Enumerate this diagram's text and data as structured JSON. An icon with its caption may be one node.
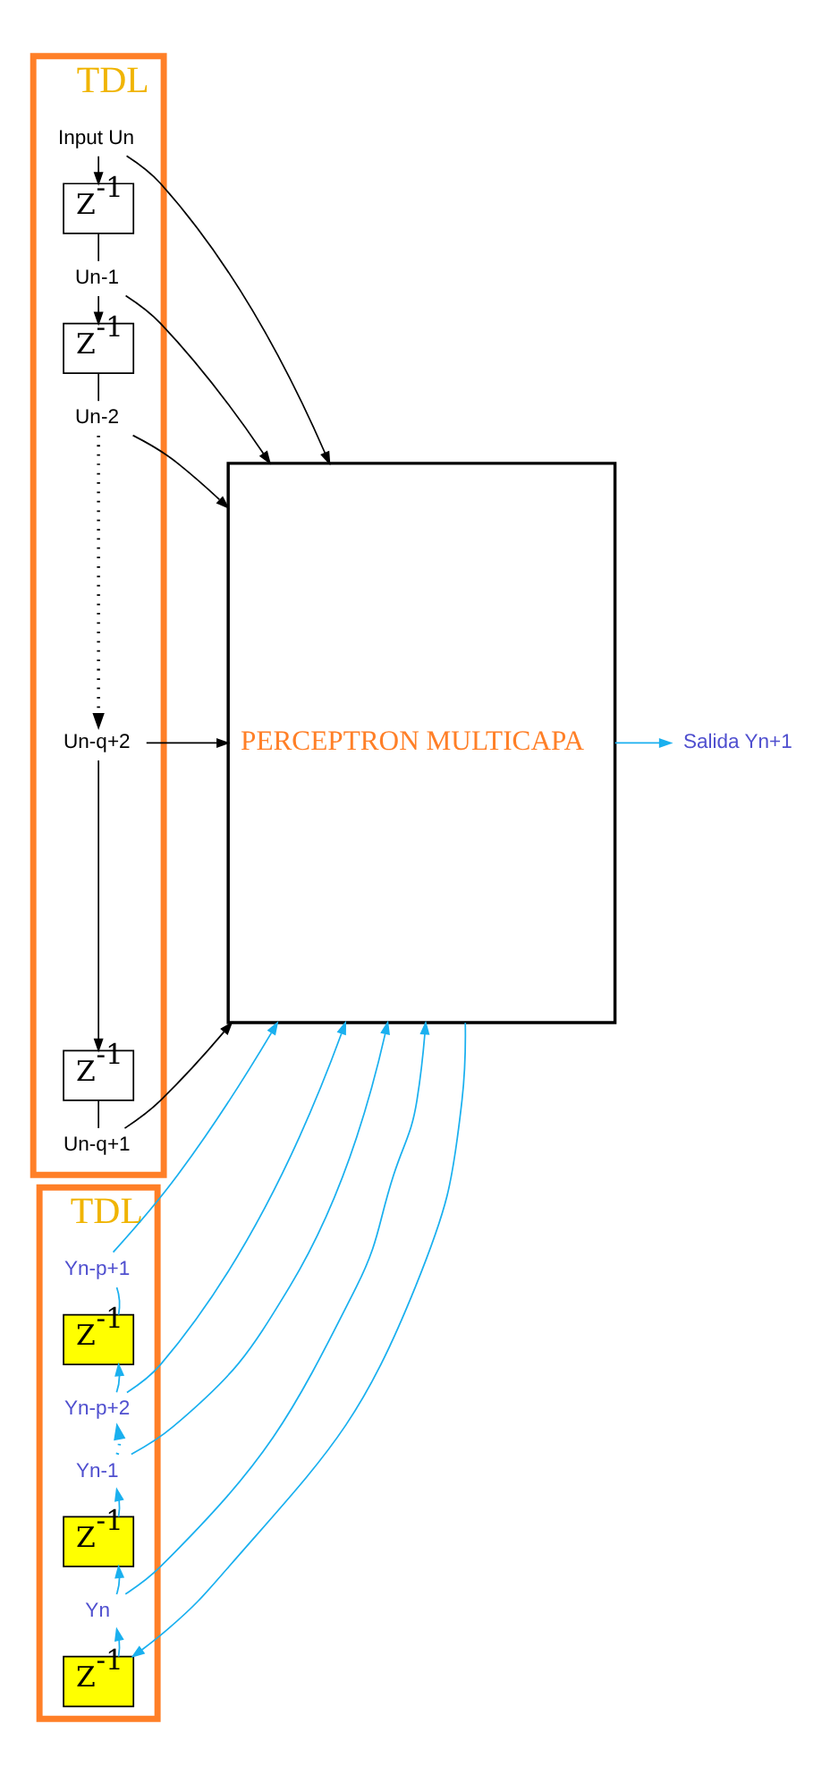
{
  "diagram": {
    "nodes": [
      {
        "text": [
          "TDL"
        ]
      },
      {
        "text": [
          "Input Un"
        ],
        "in": 0
      },
      {
        "text": [
          "Z$^{-1}$"
        ],
        "in": 0
      },
      {
        "text": [
          "Un-1"
        ],
        "in": 0
      },
      {
        "text": [
          "Z$^{-1}$"
        ],
        "in": 0
      },
      {
        "text": [
          "Un-2"
        ],
        "in": 0
      },
      {
        "text": [
          "Un-q+2"
        ],
        "in": 0
      },
      {
        "text": [
          "Z$^{-1}$"
        ],
        "in": 0
      },
      {
        "text": [
          "Un-q+1"
        ],
        "in": 0
      },
      {
        "text": [
          "TDL"
        ]
      },
      {
        "text": [
          "Yn-p+1"
        ],
        "in": 9
      },
      {
        "text": [
          "Z$^{-1}$"
        ],
        "in": 9
      },
      {
        "text": [
          "Yn-p+2"
        ],
        "in": 9
      },
      {
        "text": [
          "Yn-1"
        ],
        "in": 9
      },
      {
        "text": [
          "Z$^{-1}$"
        ],
        "in": 9
      },
      {
        "text": [
          "Yn"
        ],
        "in": 9
      },
      {
        "text": [
          "Z$^{-1}$"
        ],
        "in": 9
      },
      {
        "text": [
          "PERCEPTRON MULTICAPA"
        ]
      },
      {
        "text": [
          "Salida Yn+1"
        ]
      }
    ],
    "edges": [
      {
        "from": 1,
        "to": 2,
        "arrow": "to"
      },
      {
        "from": 1,
        "to": 17,
        "arrow": "to"
      },
      {
        "from": 2,
        "to": 3,
        "arrow": "none"
      },
      {
        "from": 3,
        "to": 4,
        "arrow": "to"
      },
      {
        "from": 3,
        "to": 17,
        "arrow": "to"
      },
      {
        "from": 4,
        "to": 5,
        "arrow": "none"
      },
      {
        "from": 5,
        "to": 17,
        "arrow": "to"
      },
      {
        "from": 5,
        "to": 6,
        "arrow": "to",
        "style": "dashed"
      },
      {
        "from": 6,
        "to": 7,
        "arrow": "to"
      },
      {
        "from": 6,
        "to": 17,
        "arrow": "to"
      },
      {
        "from": 7,
        "to": 8,
        "arrow": "none"
      },
      {
        "from": 8,
        "to": 17,
        "arrow": "to"
      },
      {
        "from": 17,
        "to": 18,
        "arrow": "to",
        "color": "#1ab0ef"
      },
      {
        "from": 17,
        "to": 16,
        "arrow": "to",
        "color": "#1ab0ef"
      },
      {
        "from": 16,
        "to": 15,
        "arrow": "to",
        "color": "#1ab0ef"
      },
      {
        "from": 15,
        "to": 17,
        "arrow": "to",
        "color": "#1ab0ef"
      },
      {
        "from": 15,
        "to": 14,
        "arrow": "to",
        "color": "#1ab0ef"
      },
      {
        "from": 14,
        "to": 13,
        "arrow": "to",
        "color": "#1ab0ef"
      },
      {
        "from": 13,
        "to": 17,
        "arrow": "to",
        "color": "#1ab0ef"
      },
      {
        "from": 13,
        "to": 12,
        "arrow": "to",
        "style": "dashed",
        "color": "#1ab0ef"
      },
      {
        "from": 12,
        "to": 17,
        "arrow": "to",
        "color": "#1ab0ef"
      },
      {
        "from": 12,
        "to": 11,
        "arrow": "to",
        "color": "#1ab0ef"
      },
      {
        "from": 11,
        "to": 10,
        "arrow": "none",
        "color": "#1ab0ef"
      },
      {
        "from": 10,
        "to": 17,
        "arrow": "to",
        "color": "#1ab0ef"
      }
    ]
  }
}
